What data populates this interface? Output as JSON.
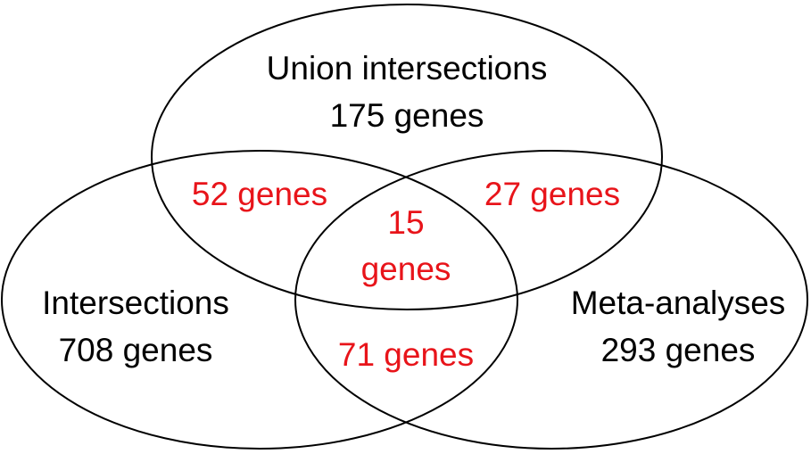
{
  "colors": {
    "set_text": "#000000",
    "overlap_text": "#e8141a",
    "outline": "#000000",
    "background": "#ffffff"
  },
  "sets": {
    "union": {
      "name": "Union intersections",
      "count": "175 genes"
    },
    "intersections": {
      "name": "Intersections",
      "count": "708 genes"
    },
    "meta": {
      "name": "Meta-analyses",
      "count": "293 genes"
    }
  },
  "overlaps": {
    "union_intersections": "52 genes",
    "union_meta": "27 genes",
    "all_three_line1": "15",
    "all_three_line2": "genes",
    "intersections_meta": "71 genes"
  }
}
